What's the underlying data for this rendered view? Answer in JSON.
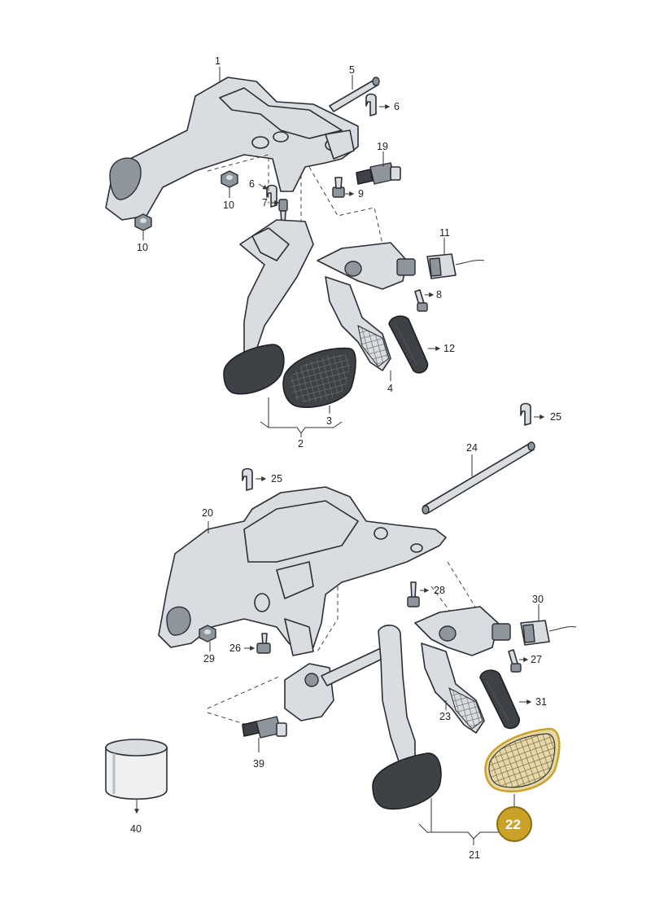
{
  "callouts": {
    "n1": "1",
    "n2": "2",
    "n3": "3",
    "n4": "4",
    "n5": "5",
    "n6a": "6",
    "n6b": "6",
    "n7": "7",
    "n8": "8",
    "n9": "9",
    "n10a": "10",
    "n10b": "10",
    "n11": "11",
    "n12": "12",
    "n19": "19",
    "n20": "20",
    "n21": "21",
    "n22": "22",
    "n23": "23",
    "n24": "24",
    "n25a": "25",
    "n25b": "25",
    "n26": "26",
    "n27": "27",
    "n28": "28",
    "n29": "29",
    "n30": "30",
    "n31": "31",
    "n39": "39",
    "n40": "40"
  },
  "colors": {
    "highlight": "#c9a227",
    "highlight_border": "#8a6d12",
    "part_fill": "#d9dde2",
    "pad_dark": "#3e4246"
  },
  "highlighted_part": "22"
}
